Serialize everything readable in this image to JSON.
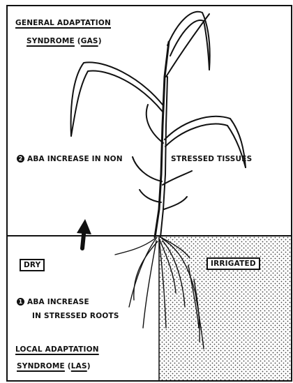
{
  "gas": {
    "line1": "GENERAL ADAPTATION",
    "line2_prefix": "SYNDROME",
    "line2_abbr": "GAS"
  },
  "aba_nonstressed": {
    "num": "2",
    "text": "ABA INCREASE IN NON",
    "text2": "STRESSED TISSUES"
  },
  "dry_label": "DRY",
  "irrigated_label": "IRRIGATED",
  "aba_roots": {
    "num": "1",
    "line1": "ABA INCREASE",
    "line2": "IN STRESSED ROOTS"
  },
  "las": {
    "line1": "LOCAL ADAPTATION",
    "line2_prefix": "SYNDROME",
    "line2_abbr": "LAS"
  },
  "colors": {
    "ink": "#111111",
    "paper": "#ffffff",
    "stipple": "#555555"
  }
}
